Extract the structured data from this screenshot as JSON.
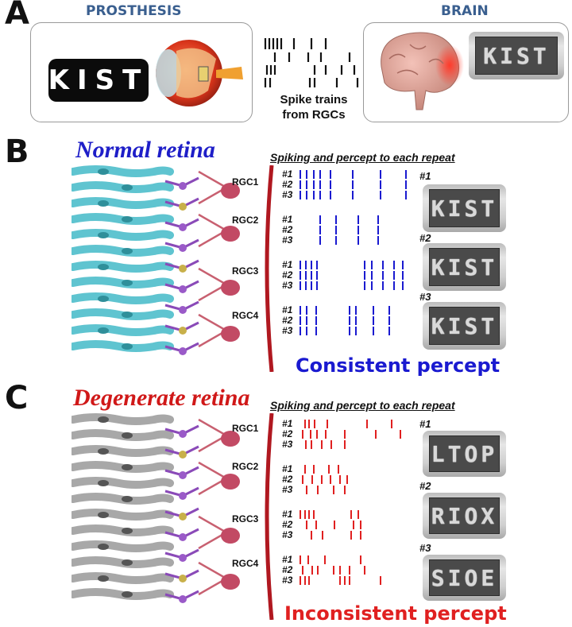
{
  "panelA": {
    "letter": "A",
    "prosthesis_title": "PROSTHESIS",
    "brain_title": "BRAIN",
    "kist_plate_text": "KIST",
    "brain_screen_text": "KIST",
    "spike_caption_line1": "Spike trains",
    "spike_caption_line2": "from RGCs"
  },
  "panelB": {
    "letter": "B",
    "title": "Normal retina",
    "title_color": "#1e1ec8",
    "spike_heading": "Spiking and percept to each repeat",
    "footer": "Consistent percept",
    "footer_color": "#1a1ad0",
    "spike_color": "#1a1ad0",
    "cell_color": "#5fc4d0",
    "rgc_labels": [
      "RGC1",
      "RGC2",
      "RGC3",
      "RGC4"
    ],
    "repeat_labels": [
      "#1",
      "#2",
      "#3"
    ],
    "percepts": [
      {
        "label": "#1",
        "text": "KIST"
      },
      {
        "label": "#2",
        "text": "KIST"
      },
      {
        "label": "#3",
        "text": "KIST"
      }
    ],
    "spike_rows": [
      [
        0,
        6,
        12,
        18,
        27,
        47,
        72,
        95
      ],
      [
        0,
        6,
        12,
        18,
        27,
        47,
        72,
        95
      ],
      [
        0,
        6,
        12,
        18,
        27,
        47,
        72,
        95
      ],
      [
        18,
        32,
        52,
        70
      ],
      [
        18,
        32,
        52,
        70
      ],
      [
        18,
        32,
        52,
        70
      ],
      [
        0,
        5,
        10,
        15,
        58,
        64,
        74,
        84,
        92
      ],
      [
        0,
        5,
        10,
        15,
        58,
        64,
        74,
        84,
        92
      ],
      [
        0,
        5,
        10,
        15,
        58,
        64,
        74,
        84,
        92
      ],
      [
        0,
        6,
        14,
        44,
        50,
        66,
        80
      ],
      [
        0,
        6,
        14,
        44,
        50,
        66,
        80
      ],
      [
        0,
        6,
        14,
        44,
        50,
        66,
        80
      ]
    ]
  },
  "panelC": {
    "letter": "C",
    "title": "Degenerate retina",
    "title_color": "#d01818",
    "spike_heading": "Spiking and percept to each repeat",
    "footer": "Inconsistent percept",
    "footer_color": "#e02020",
    "spike_color": "#e02020",
    "cell_color": "#a8a8a8",
    "rgc_labels": [
      "RGC1",
      "RGC2",
      "RGC3",
      "RGC4"
    ],
    "repeat_labels": [
      "#1",
      "#2",
      "#3"
    ],
    "percepts": [
      {
        "label": "#1",
        "text": "LTOP"
      },
      {
        "label": "#2",
        "text": "RIOX"
      },
      {
        "label": "#3",
        "text": "SIOE"
      }
    ],
    "spike_rows": [
      [
        4,
        8,
        13,
        24,
        60,
        82
      ],
      [
        2,
        9,
        15,
        23,
        40,
        68,
        90
      ],
      [
        5,
        10,
        19,
        28,
        40
      ],
      [
        4,
        12,
        26,
        34
      ],
      [
        2,
        11,
        19,
        27,
        36,
        42
      ],
      [
        6,
        16,
        30,
        40
      ],
      [
        0,
        4,
        8,
        12,
        46,
        52
      ],
      [
        6,
        14,
        31,
        48,
        54
      ],
      [
        10,
        20,
        46,
        54
      ],
      [
        0,
        7,
        22,
        54
      ],
      [
        2,
        11,
        16,
        30,
        36,
        44,
        58
      ],
      [
        0,
        4,
        8,
        36,
        40,
        44,
        72
      ]
    ]
  }
}
